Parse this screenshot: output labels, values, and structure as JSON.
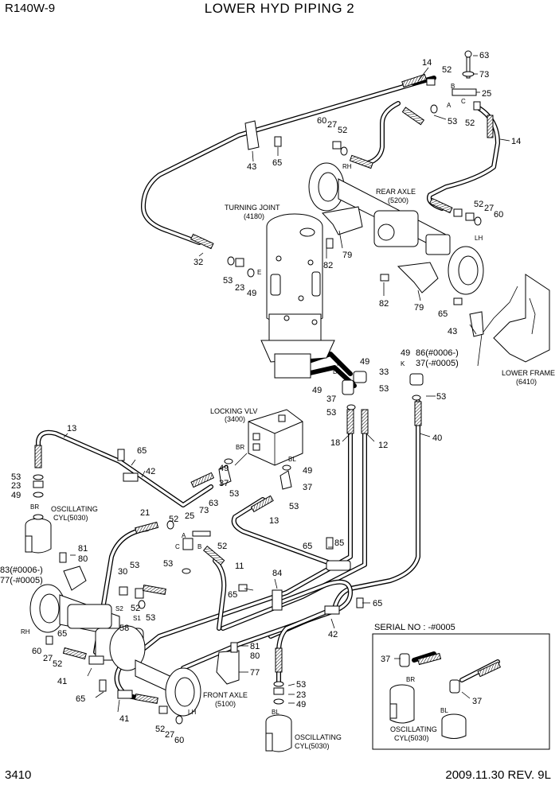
{
  "header": {
    "model": "R140W-9",
    "title": "LOWER HYD PIPING 2"
  },
  "footer": {
    "page_number": "3410",
    "revision": "2009.11.30 REV. 9L"
  },
  "components": {
    "turning_joint": "TURNING JOINT",
    "turning_joint_code": "(4180)",
    "rear_axle": "REAR AXLE",
    "rear_axle_code": "(5200)",
    "locking_vlv": "LOCKING VLV",
    "locking_vlv_code": "(3400)",
    "oscillating_cyl": "OSCILLATING",
    "oscillating_cyl_code": "CYL(5030)",
    "front_axle": "FRONT AXLE",
    "front_axle_code": "(5100)",
    "lower_frame": "LOWER FRAME",
    "lower_frame_code": "(6410)"
  },
  "serial_box": {
    "title": "SERIAL NO : -#0005",
    "labels": [
      "37",
      "37",
      "BR",
      "BL"
    ]
  },
  "callouts": [
    {
      "text": "14"
    },
    {
      "text": "52"
    },
    {
      "text": "63"
    },
    {
      "text": "73"
    },
    {
      "text": "25"
    },
    {
      "text": "53"
    },
    {
      "text": "52"
    },
    {
      "text": "14"
    },
    {
      "text": "60"
    },
    {
      "text": "27"
    },
    {
      "text": "52"
    },
    {
      "text": "43"
    },
    {
      "text": "65"
    },
    {
      "text": "52"
    },
    {
      "text": "27"
    },
    {
      "text": "60"
    },
    {
      "text": "32"
    },
    {
      "text": "53"
    },
    {
      "text": "23"
    },
    {
      "text": "49"
    },
    {
      "text": "82"
    },
    {
      "text": "79"
    },
    {
      "text": "82"
    },
    {
      "text": "79"
    },
    {
      "text": "65"
    },
    {
      "text": "43"
    },
    {
      "text": "49"
    },
    {
      "text": "86(#0006-)"
    },
    {
      "text": "37(-#0005)"
    },
    {
      "text": "49"
    },
    {
      "text": "33"
    },
    {
      "text": "53"
    },
    {
      "text": "49"
    },
    {
      "text": "37"
    },
    {
      "text": "53"
    },
    {
      "text": "53"
    },
    {
      "text": "18"
    },
    {
      "text": "12"
    },
    {
      "text": "40"
    },
    {
      "text": "13"
    },
    {
      "text": "65"
    },
    {
      "text": "42"
    },
    {
      "text": "53"
    },
    {
      "text": "23"
    },
    {
      "text": "49"
    },
    {
      "text": "49"
    },
    {
      "text": "37"
    },
    {
      "text": "53"
    },
    {
      "text": "49"
    },
    {
      "text": "37"
    },
    {
      "text": "53"
    },
    {
      "text": "13"
    },
    {
      "text": "21"
    },
    {
      "text": "25"
    },
    {
      "text": "73"
    },
    {
      "text": "63"
    },
    {
      "text": "52"
    },
    {
      "text": "52"
    },
    {
      "text": "53"
    },
    {
      "text": "11"
    },
    {
      "text": "65"
    },
    {
      "text": "85"
    },
    {
      "text": "81"
    },
    {
      "text": "80"
    },
    {
      "text": "83(#0006-)"
    },
    {
      "text": "77(-#0005)"
    },
    {
      "text": "30"
    },
    {
      "text": "53"
    },
    {
      "text": "52"
    },
    {
      "text": "53"
    },
    {
      "text": "84"
    },
    {
      "text": "65"
    },
    {
      "text": "65"
    },
    {
      "text": "42"
    },
    {
      "text": "58"
    },
    {
      "text": "65"
    },
    {
      "text": "60"
    },
    {
      "text": "27"
    },
    {
      "text": "52"
    },
    {
      "text": "81"
    },
    {
      "text": "80"
    },
    {
      "text": "77"
    },
    {
      "text": "41"
    },
    {
      "text": "65"
    },
    {
      "text": "41"
    },
    {
      "text": "53"
    },
    {
      "text": "23"
    },
    {
      "text": "49"
    },
    {
      "text": "52"
    },
    {
      "text": "27"
    },
    {
      "text": "60"
    }
  ],
  "port_tags": [
    "B",
    "A",
    "C",
    "RH",
    "LH",
    "E",
    "F",
    "D",
    "K",
    "BR",
    "BL",
    "BR",
    "C",
    "A",
    "B",
    "S2",
    "S1",
    "RH",
    "LH",
    "BL"
  ]
}
